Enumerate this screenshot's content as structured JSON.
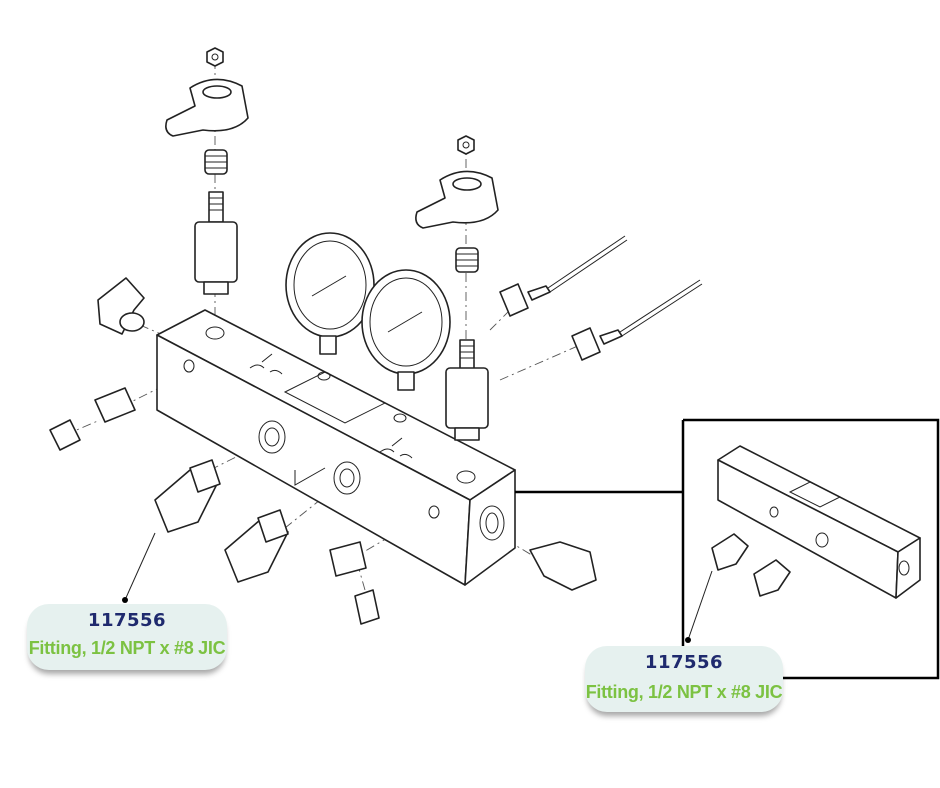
{
  "callouts": [
    {
      "part_number": "117556",
      "description": "Fitting, 1/2 NPT x #8 JIC"
    },
    {
      "part_number": "117556",
      "description": "Fitting, 1/2 NPT x #8 JIC"
    }
  ],
  "colors": {
    "part_number_text": "#1f2a6e",
    "description_text": "#7cc242",
    "callout_background": "#e6f1ef",
    "line_art": "#222222"
  }
}
